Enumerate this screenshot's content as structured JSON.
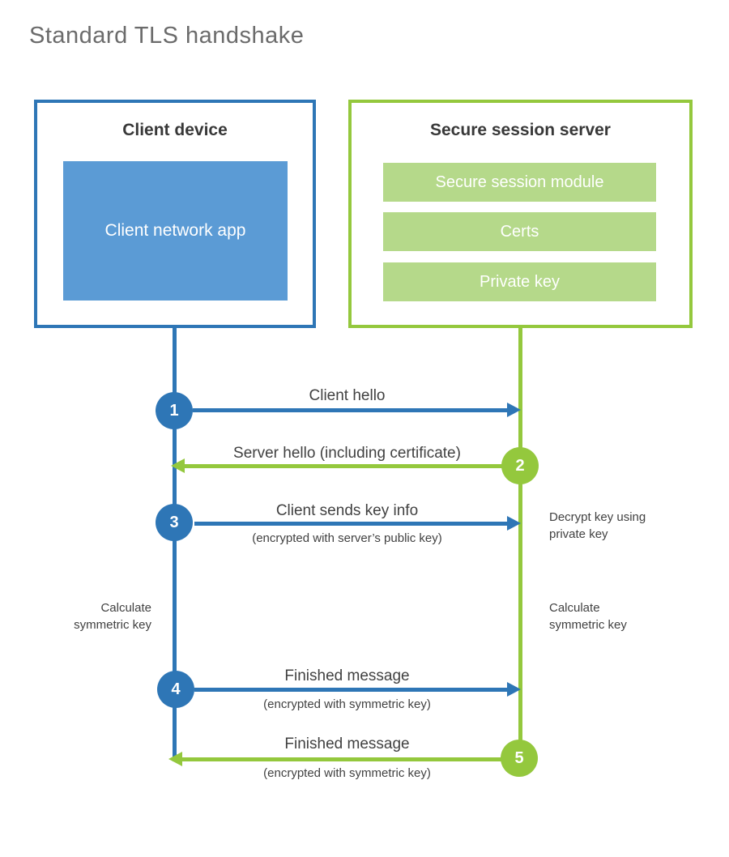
{
  "title": "Standard TLS handshake",
  "colors": {
    "client_blue": "#2e76b6",
    "client_blue_fill": "#5b9bd5",
    "server_green": "#94c83d",
    "server_green_fill": "#b5d98a",
    "text_dark": "#414141",
    "title_gray": "#6b6b6b"
  },
  "client": {
    "title": "Client device",
    "app": "Client network app"
  },
  "server": {
    "title": "Secure session server",
    "modules": [
      "Secure session module",
      "Certs",
      "Private key"
    ]
  },
  "steps": [
    {
      "number": "1",
      "actor": "client",
      "direction": "right",
      "label": "Client hello",
      "sublabel": ""
    },
    {
      "number": "2",
      "actor": "server",
      "direction": "left",
      "label": "Server hello (including certificate)",
      "sublabel": ""
    },
    {
      "number": "3",
      "actor": "client",
      "direction": "right",
      "label": "Client sends key info",
      "sublabel": "(encrypted with server’s public key)"
    },
    {
      "number": "4",
      "actor": "client",
      "direction": "right",
      "label": "Finished message",
      "sublabel": "(encrypted with symmetric key)"
    },
    {
      "number": "5",
      "actor": "server",
      "direction": "left",
      "label": "Finished message",
      "sublabel": "(encrypted with symmetric key)"
    }
  ],
  "notes": {
    "decrypt_key": "Decrypt key using\nprivate key",
    "calculate_left": "Calculate\nsymmetric key",
    "calculate_right": "Calculate\nsymmetric key"
  }
}
